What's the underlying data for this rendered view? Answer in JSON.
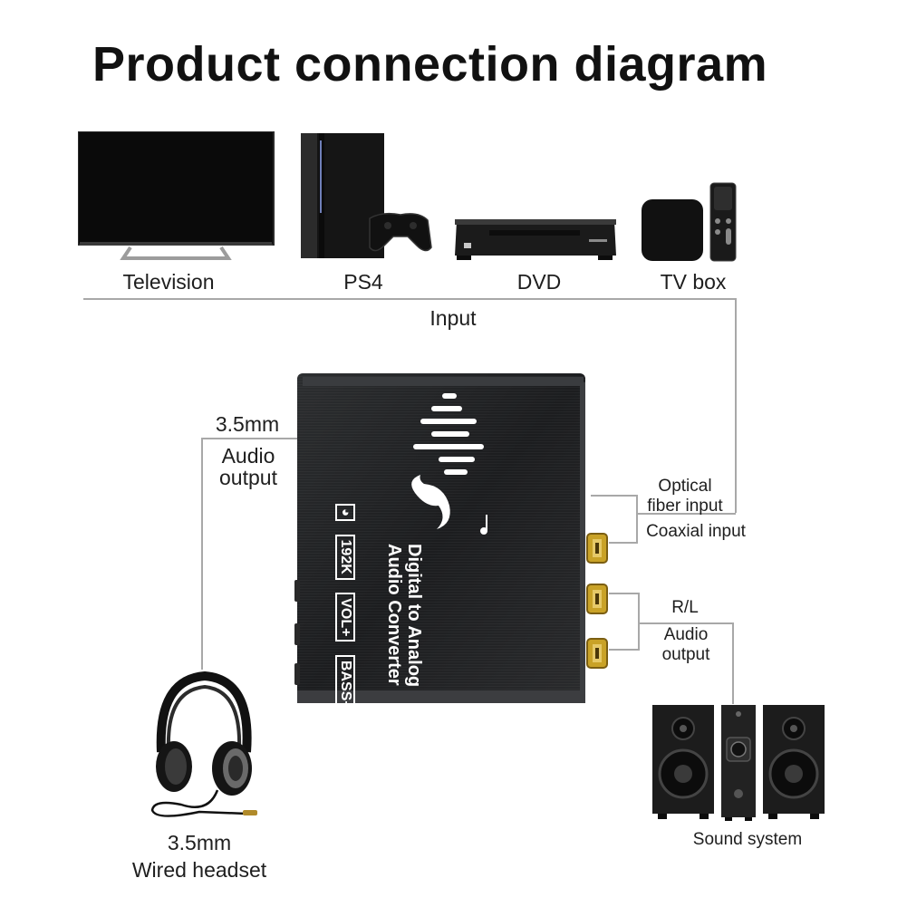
{
  "title": "Product connection diagram",
  "sources": {
    "television": "Television",
    "ps4": "PS4",
    "dvd": "DVD",
    "tv_box": "TV box",
    "group_label": "Input"
  },
  "device": {
    "brand_line_1": "Digital to Analog",
    "brand_line_2": "Audio Converter",
    "badges": [
      "192K",
      "VOL+",
      "BASS+"
    ]
  },
  "ports": {
    "optical": [
      "Optical",
      "fiber input"
    ],
    "coaxial": "Coaxial input",
    "rl_top": "R/L",
    "rl_audio": [
      "Audio",
      "output"
    ],
    "jack_top": "3.5mm",
    "jack_audio": [
      "Audio",
      "output"
    ]
  },
  "outputs": {
    "headset": [
      "3.5mm",
      "Wired headset"
    ],
    "sound_system": "Sound system"
  },
  "colors": {
    "connector_line": "#a8a8a8",
    "device_body": "#222426",
    "gold_jack": "#c9a227"
  }
}
